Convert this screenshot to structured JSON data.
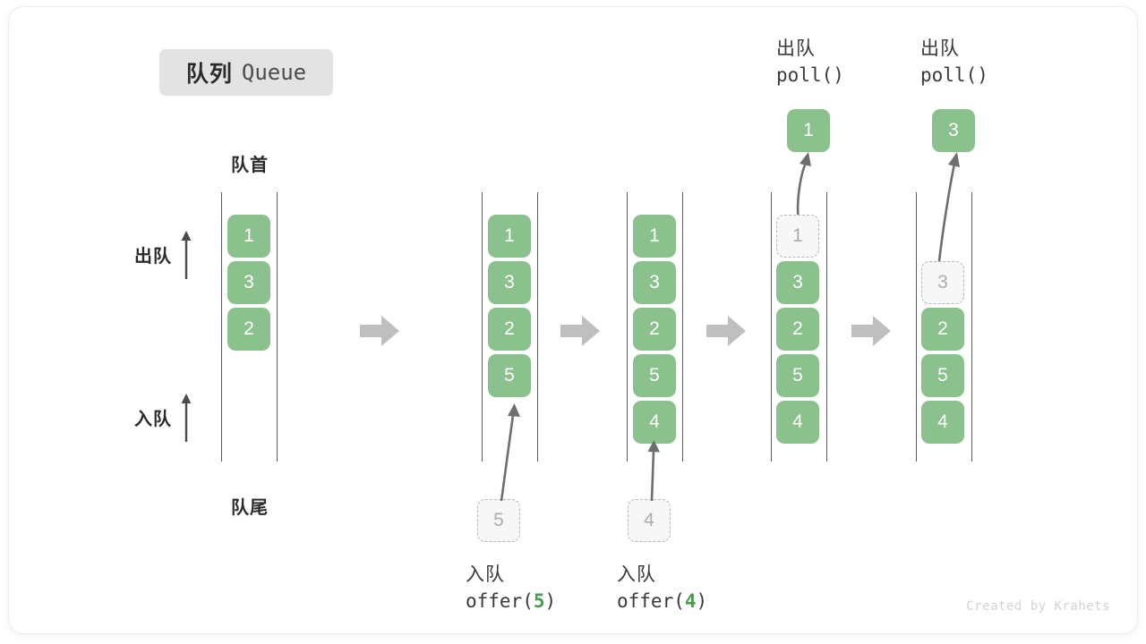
{
  "title": {
    "cn": "队列",
    "en": "Queue"
  },
  "labels": {
    "front": "队首",
    "rear": "队尾",
    "dequeue": "出队",
    "enqueue": "入队"
  },
  "watermark": "Created by Krahets",
  "colors": {
    "element_green": "#8bc18c",
    "ghost_fill": "#f7f7f7",
    "ghost_border": "#b8b8b8",
    "rail": "#5a5a5a",
    "step_arrow": "#bfbfbf",
    "badge_bg": "#e3e3e3",
    "arg_green": "#4c9a52"
  },
  "chart_data": {
    "type": "diagram",
    "title": "队列 Queue",
    "steps": [
      {
        "id": "step-1",
        "caption_cn": "",
        "caption_code": "",
        "slots": [
          "1",
          "3",
          "2",
          null,
          null
        ],
        "ghost_index": null,
        "incoming": null,
        "popped": null
      },
      {
        "id": "step-2",
        "caption_cn": "入队",
        "caption_code": "offer(",
        "caption_arg": "5",
        "caption_code_end": ")",
        "slots": [
          "1",
          "3",
          "2",
          "5",
          null
        ],
        "ghost_index": null,
        "incoming": "5",
        "popped": null
      },
      {
        "id": "step-3",
        "caption_cn": "入队",
        "caption_code": "offer(",
        "caption_arg": "4",
        "caption_code_end": ")",
        "slots": [
          "1",
          "3",
          "2",
          "5",
          "4"
        ],
        "ghost_index": null,
        "incoming": "4",
        "popped": null
      },
      {
        "id": "step-4",
        "caption_cn": "出队",
        "caption_code": "poll()",
        "slots": [
          "1",
          "3",
          "2",
          "5",
          "4"
        ],
        "ghost_index": 0,
        "incoming": null,
        "popped": "1"
      },
      {
        "id": "step-5",
        "caption_cn": "出队",
        "caption_code": "poll()",
        "slots": [
          null,
          "3",
          "2",
          "5",
          "4"
        ],
        "ghost_index": 1,
        "incoming": null,
        "popped": "3"
      }
    ]
  },
  "steps": {
    "s1": {
      "v0": "1",
      "v1": "3",
      "v2": "2"
    },
    "s2": {
      "v0": "1",
      "v1": "3",
      "v2": "2",
      "v3": "5",
      "ghost": "5",
      "cn": "入队",
      "code_open": "offer(",
      "arg": "5",
      "code_close": ")"
    },
    "s3": {
      "v0": "1",
      "v1": "3",
      "v2": "2",
      "v3": "5",
      "v4": "4",
      "ghost": "4",
      "cn": "入队",
      "code_open": "offer(",
      "arg": "4",
      "code_close": ")"
    },
    "s4": {
      "g0": "1",
      "v1": "3",
      "v2": "2",
      "v3": "5",
      "v4": "4",
      "popped": "1",
      "cn": "出队",
      "code": "poll()"
    },
    "s5": {
      "g1": "3",
      "v2": "2",
      "v3": "5",
      "v4": "4",
      "popped": "3",
      "cn": "出队",
      "code": "poll()"
    }
  }
}
